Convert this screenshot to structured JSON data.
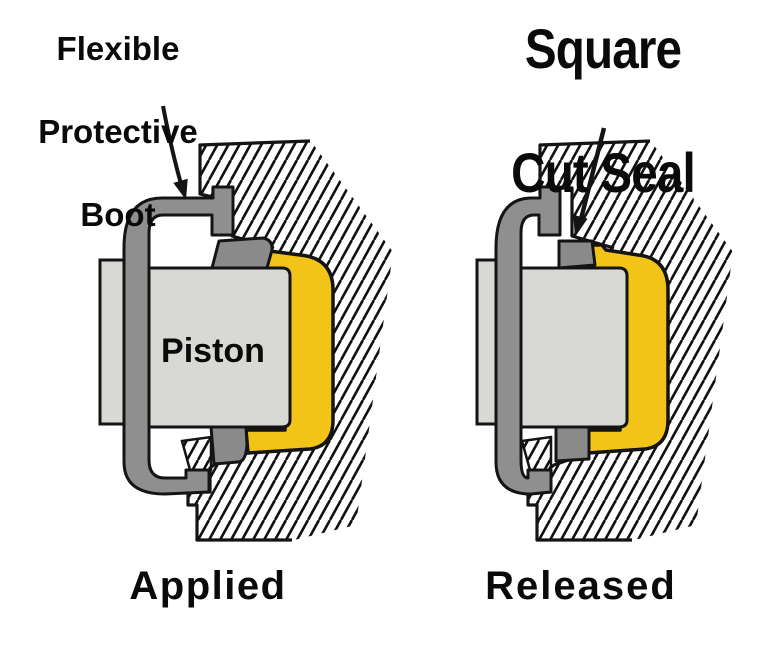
{
  "labels": {
    "boot": {
      "line1": "Flexible",
      "line2": "Protective",
      "line3": "Boot"
    },
    "seal": {
      "line1": "Square",
      "line2": "Cut Seal"
    },
    "piston": "Piston",
    "state_applied": "Applied",
    "state_released": "Released"
  },
  "colors": {
    "fluid_yellow": "#F3C418",
    "piston_gray": "#D8D8D4",
    "boot_gray": "#8F8F8F",
    "seal_gray": "#8A8A8A",
    "outline_black": "#141414",
    "background": "#FFFFFF"
  }
}
